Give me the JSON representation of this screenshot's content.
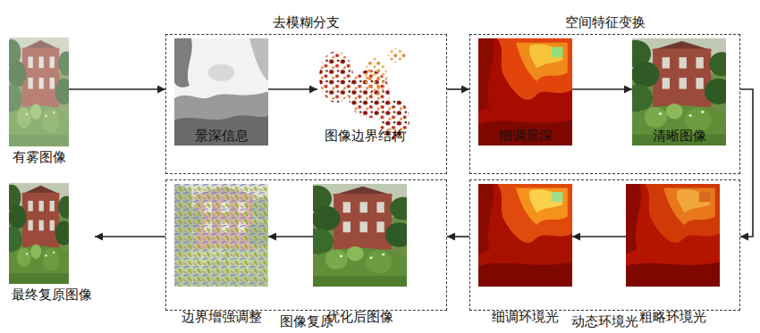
{
  "diagram": {
    "nodes": [
      {
        "text": [
          "有雾图像"
        ]
      },
      {
        "text": [
          "去模糊分支"
        ]
      },
      {
        "text": [
          "景深信息"
        ],
        "in": 1
      },
      {
        "text": [
          "图像边界结构"
        ],
        "in": 1
      },
      {
        "text": [
          "空间特征变换"
        ]
      },
      {
        "text": [
          "细调景深"
        ],
        "in": 4
      },
      {
        "text": [
          "清晰图像"
        ],
        "in": 4
      },
      {
        "text": [
          "最终复原图像"
        ]
      },
      {
        "text": [
          "图像复原"
        ]
      },
      {
        "text": [
          "边界增强调整"
        ],
        "in": 8
      },
      {
        "text": [
          "优化后图像"
        ],
        "in": 8
      },
      {
        "text": [
          "动态环境光"
        ]
      },
      {
        "text": [
          "细调环境光"
        ],
        "in": 11
      },
      {
        "text": [
          "粗略环境光"
        ],
        "in": 11
      }
    ],
    "edges": [
      {
        "from": 0,
        "to": 1,
        "arrow": "to"
      },
      {
        "from": 2,
        "to": 3,
        "arrow": "to"
      },
      {
        "from": 1,
        "to": 4,
        "arrow": "to"
      },
      {
        "from": 5,
        "to": 6,
        "arrow": "to"
      },
      {
        "from": 4,
        "to": 11,
        "arrow": "to"
      },
      {
        "from": 13,
        "to": 12,
        "arrow": "to"
      },
      {
        "from": 11,
        "to": 8,
        "arrow": "to"
      },
      {
        "from": 10,
        "to": 9,
        "arrow": "to"
      },
      {
        "from": 8,
        "to": 7,
        "arrow": "to"
      }
    ]
  }
}
